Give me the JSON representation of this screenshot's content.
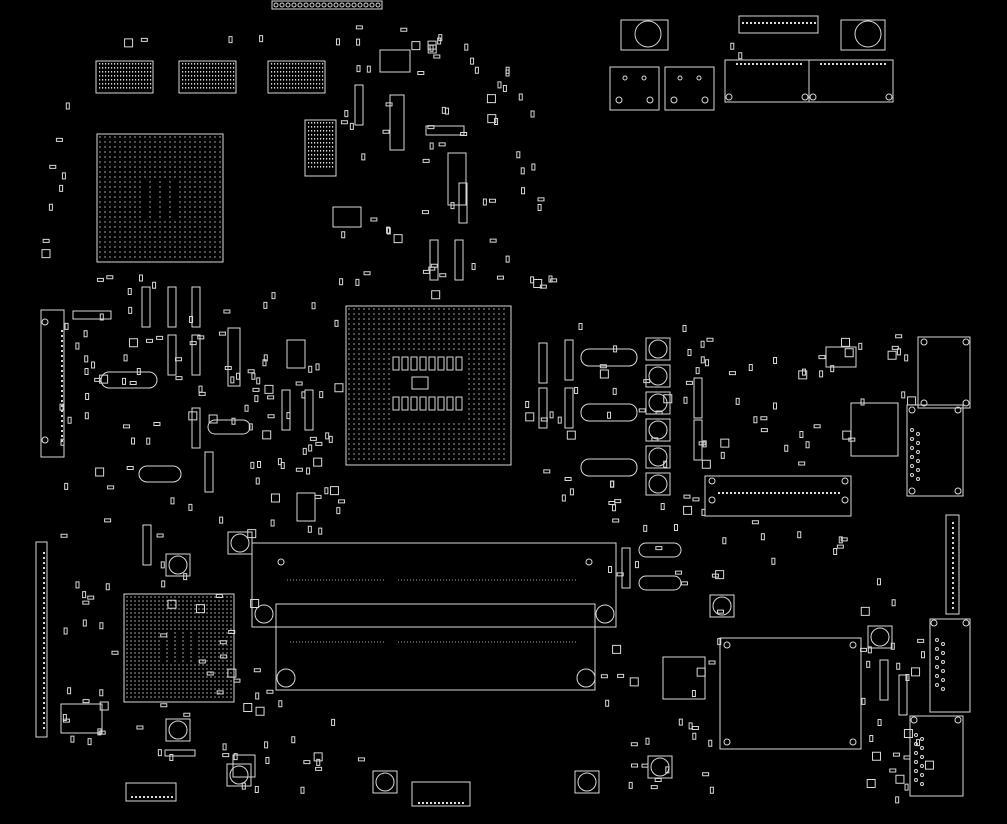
{
  "view": {
    "background": "#000000",
    "line_color": "#d8d8d8"
  },
  "components": [
    {
      "id": "cpu-socket",
      "kind": "bga"
    },
    {
      "id": "northbridge-gpu",
      "kind": "bga"
    },
    {
      "id": "southbridge",
      "kind": "bga"
    },
    {
      "id": "ram-slot-upper",
      "kind": "connector"
    },
    {
      "id": "ram-slot-lower",
      "kind": "connector"
    },
    {
      "id": "usb-ports",
      "kind": "connector"
    },
    {
      "id": "lan-port",
      "kind": "connector"
    },
    {
      "id": "vga-port",
      "kind": "connector"
    },
    {
      "id": "ec-chip",
      "kind": "ic"
    }
  ]
}
